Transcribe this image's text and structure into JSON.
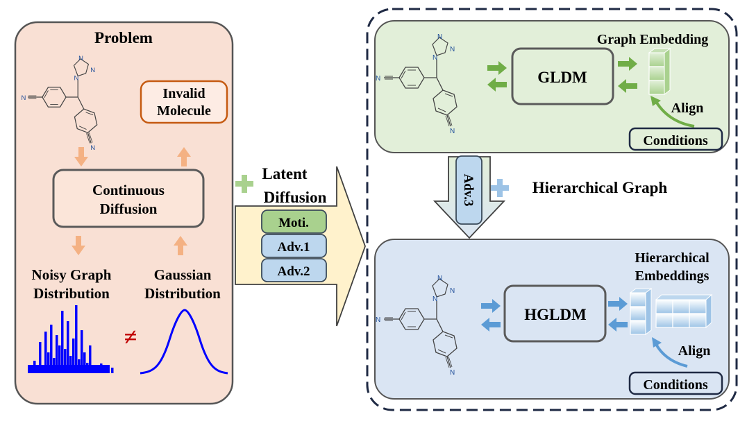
{
  "problem": {
    "title": "Problem",
    "invalid_line1": "Invalid",
    "invalid_line2": "Molecule",
    "continuous_line1": "Continuous",
    "continuous_line2": "Diffusion",
    "noisy_line1": "Noisy Graph",
    "noisy_line2": "Distribution",
    "gaussian_line1": "Gaussian",
    "gaussian_line2": "Distribution",
    "not_equal_symbol": "≠"
  },
  "latent": {
    "line1": "Latent",
    "line2": "Diffusion",
    "items": [
      "Moti.",
      "Adv.1",
      "Adv.2"
    ]
  },
  "gldm": {
    "label": "GLDM",
    "graph_embedding": "Graph Embedding",
    "align": "Align",
    "conditions": "Conditions"
  },
  "middle": {
    "adv3": "Adv.3",
    "hierarchical_graph": "Hierarchical Graph"
  },
  "hgldm": {
    "label": "HGLDM",
    "hier_line1": "Hierarchical",
    "hier_line2": "Embeddings",
    "align": "Align",
    "conditions": "Conditions"
  },
  "molecule_atoms": {
    "nitrogen": "N"
  },
  "colors": {
    "problem_bg": "#f9e0d4",
    "gldm_bg": "#e2efd9",
    "hgldm_bg": "#dae5f3",
    "orange_arrow": "#f4b183",
    "green_arrow": "#70ad47",
    "blue_arrow": "#5b9bd5",
    "invalid_border": "#c55a11",
    "histogram_blue": "#0000ff",
    "not_equal_red": "#c00000",
    "latent_arrow_fill": "#fff2cc",
    "moti_fill": "#a9d18e",
    "adv_fill": "#bdd7ee"
  }
}
